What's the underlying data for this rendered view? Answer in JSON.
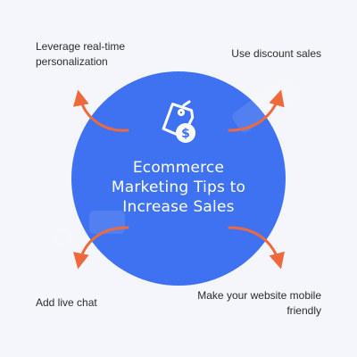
{
  "tips": {
    "top_left": "Leverage real-time personalization",
    "top_right": "Use discount sales",
    "bottom_left": "Add live chat",
    "bottom_right": "Make your website mobile friendly"
  },
  "center": {
    "line1": "Ecommerce",
    "line2": "Marketing Tips to",
    "line3": "Increase Sales",
    "icon": "price-tag-dollar-icon"
  },
  "colors": {
    "background": "#f4f6fb",
    "circle": "#3f72f0",
    "arrow": "#ee6a3c",
    "text": "#2b2b2b",
    "center_text": "#ffffff"
  }
}
